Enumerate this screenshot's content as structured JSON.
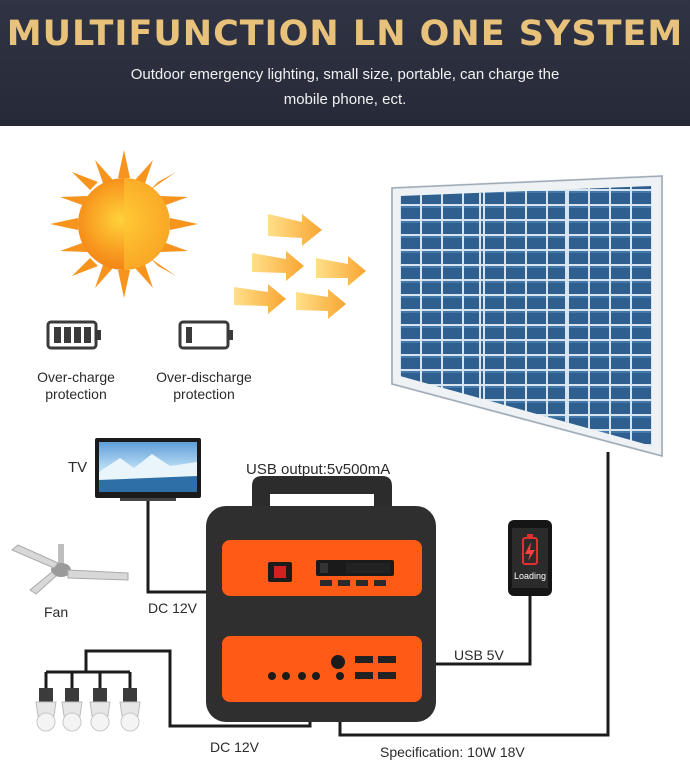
{
  "banner": {
    "title": "MULTIFUNCTION LN ONE SYSTEM",
    "subtitle": "Outdoor emergency lighting, small size, portable, can charge the mobile phone, ect."
  },
  "protection": {
    "overcharge": [
      "Over-charge",
      "protection"
    ],
    "overdischarge": [
      "Over-discharge",
      "protection"
    ]
  },
  "devices": {
    "tv": "TV",
    "fan": "Fan",
    "phone_screen": "Loading"
  },
  "connections": {
    "usb_output": "USB output:5v500mA",
    "dc_fan": "DC 12V",
    "dc_bulbs": "DC 12V",
    "usb_phone": "USB 5V",
    "specification": "Specification: 10W 18V"
  },
  "colors": {
    "banner_bg": "#2b2f3e",
    "title_gold": "#e8c27a",
    "unit_orange": "#ff5a16",
    "sun_orange": "#f7941d",
    "panel_blue": "#2e5f8f"
  }
}
